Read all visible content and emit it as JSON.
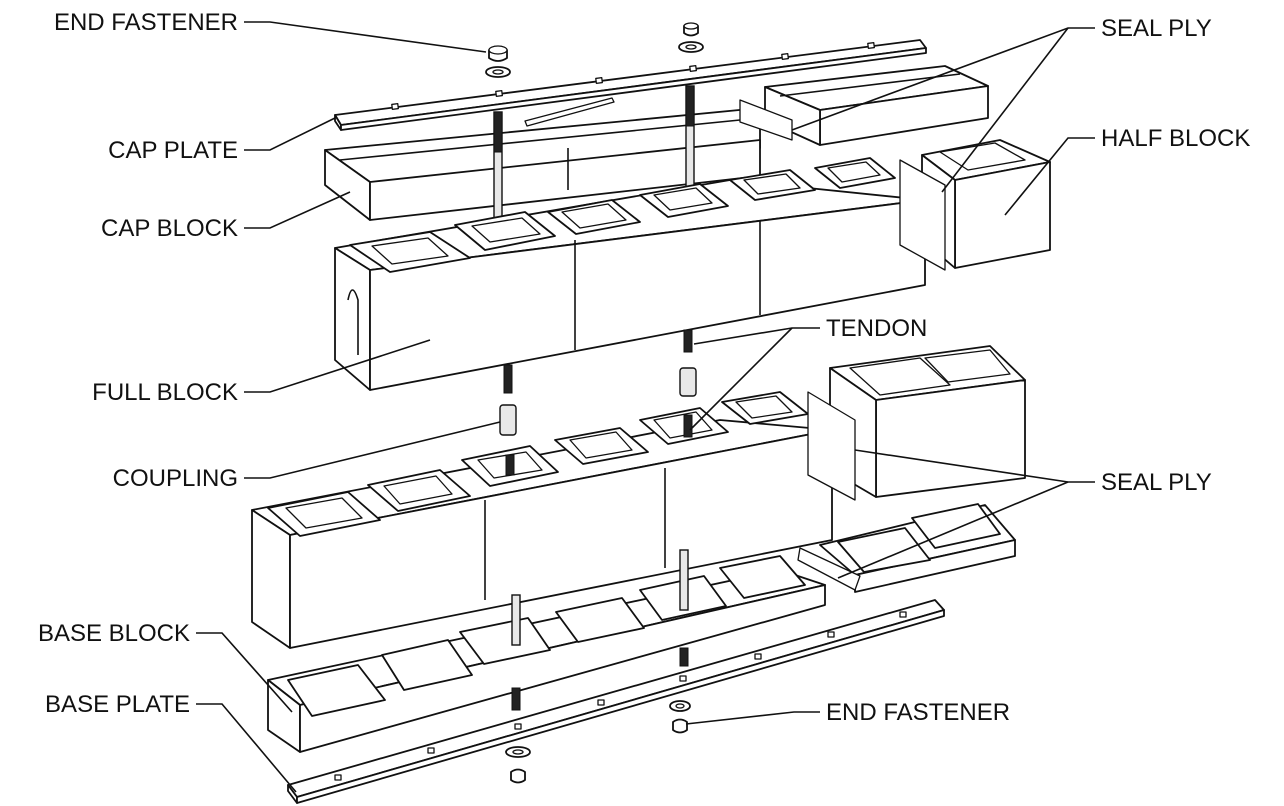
{
  "labels": {
    "end_fastener_top": "END FASTENER",
    "cap_plate": "CAP PLATE",
    "cap_block": "CAP BLOCK",
    "full_block": "FULL BLOCK",
    "coupling": "COUPLING",
    "base_block": "BASE BLOCK",
    "base_plate": "BASE PLATE",
    "seal_ply_top": "SEAL PLY",
    "half_block": "HALF BLOCK",
    "tendon": "TENDON",
    "seal_ply_bottom": "SEAL PLY",
    "end_fastener_bottom": "END FASTENER"
  }
}
